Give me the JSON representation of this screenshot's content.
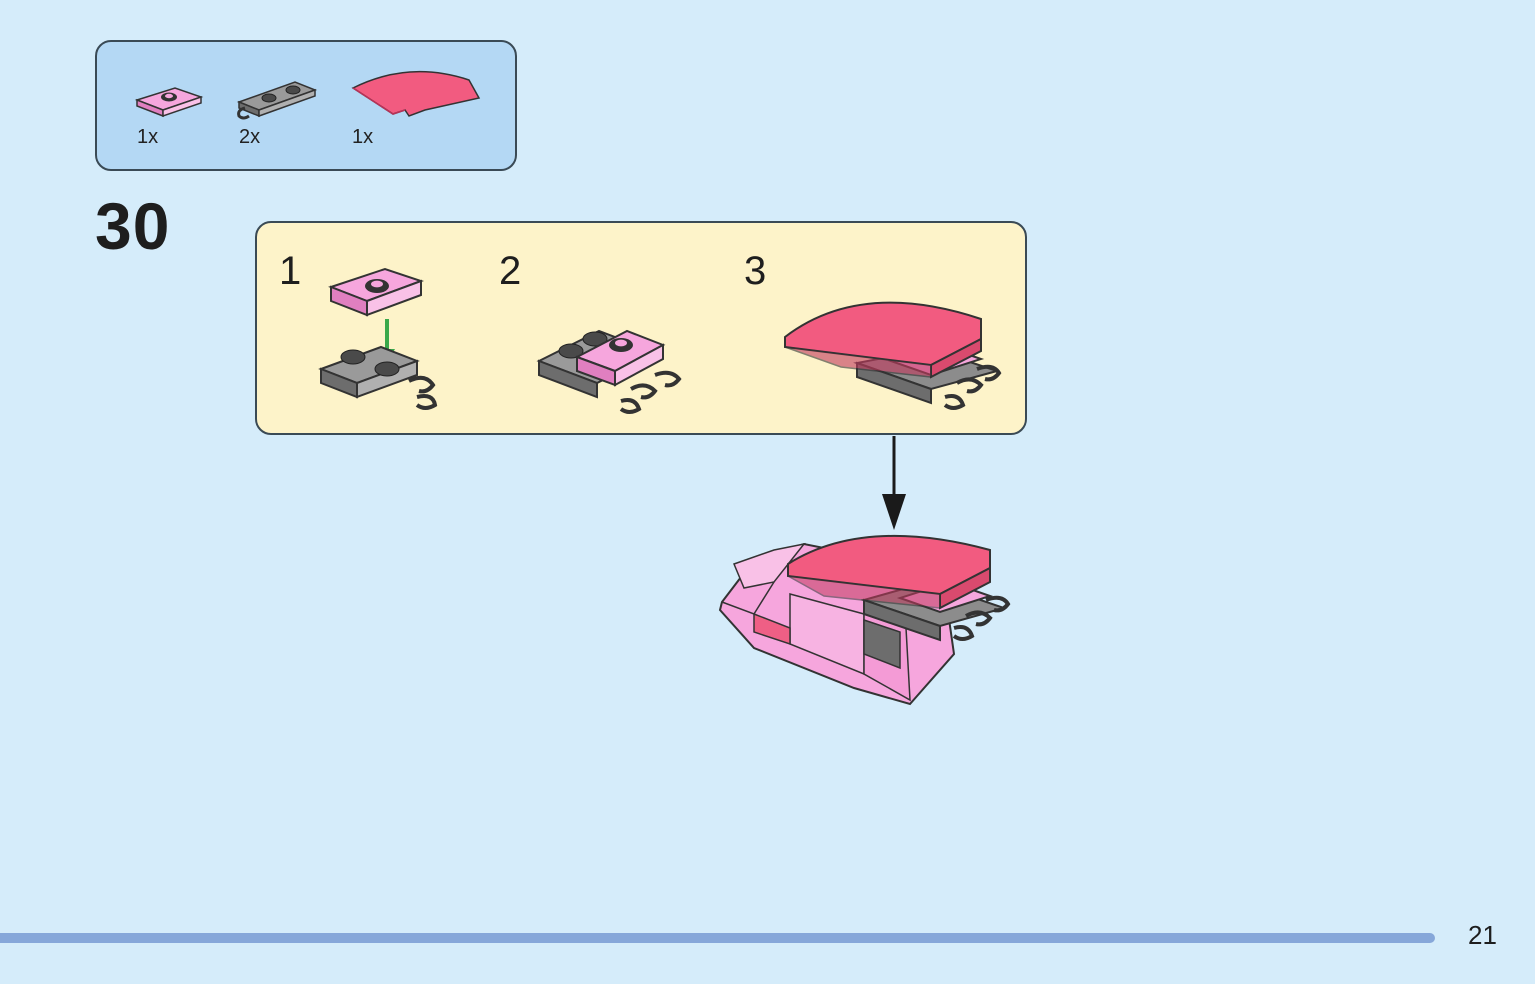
{
  "parts": [
    {
      "name": "pink-plate-1x2-jumper",
      "qty": "1x",
      "color": "#f6a6dd"
    },
    {
      "name": "gray-plate-clip",
      "qty": "2x",
      "color": "#8c8c8c"
    },
    {
      "name": "coral-curved-slope",
      "qty": "1x",
      "color": "#f25b80"
    }
  ],
  "step": {
    "number": "30"
  },
  "substeps": [
    {
      "number": "1"
    },
    {
      "number": "2"
    },
    {
      "number": "3"
    }
  ],
  "colors": {
    "page_bg": "#d5ecfa",
    "parts_bg": "#b4d8f4",
    "substep_bg": "#fdf3c9",
    "pink": "#f6a6dd",
    "coral": "#f25b80",
    "gray": "#8c8c8c",
    "dark_stud": "#4a4a4a",
    "green_arrow": "#3aa84a",
    "bar": "#86a7d9"
  },
  "page_number": "21"
}
